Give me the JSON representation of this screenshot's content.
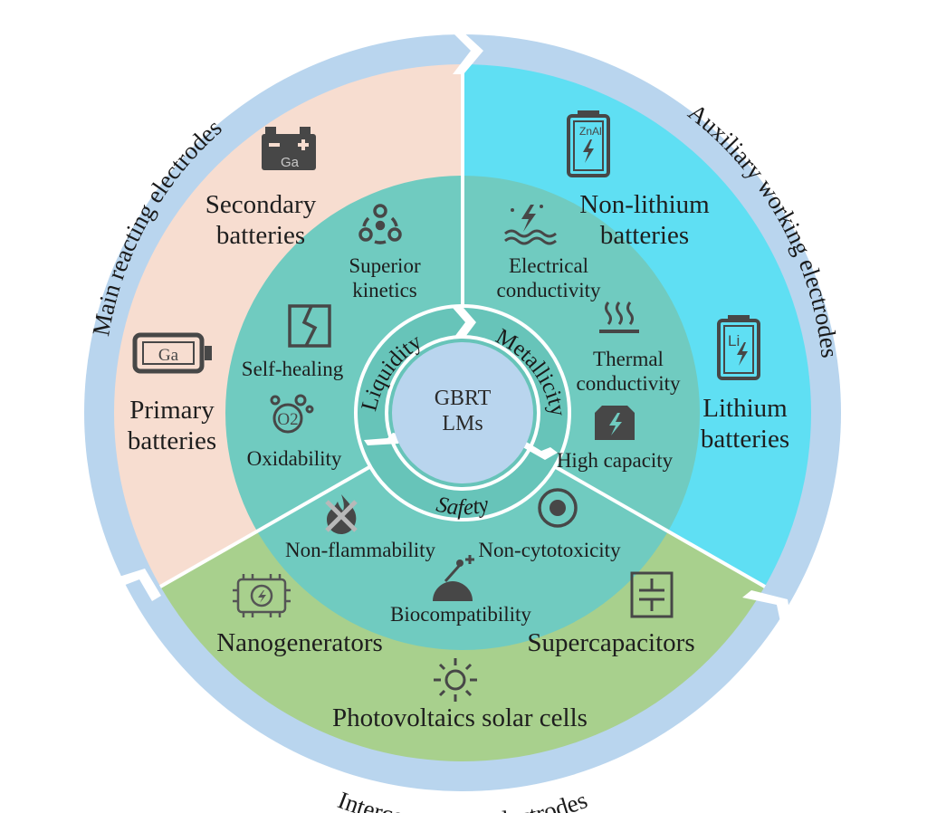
{
  "center": {
    "line1": "GBRT",
    "line2": "LMs"
  },
  "inner_ring": {
    "liquidity": "Liquidity",
    "metallicity": "Metallicity",
    "safety": "Safety"
  },
  "outer_ring": {
    "main": "Main reacting electrodes",
    "auxiliary": "Auxiliary working electrodes",
    "interconnecting": "Interconnecting electrodes"
  },
  "properties": {
    "superior_kinetics": [
      "Superior",
      "kinetics"
    ],
    "self_healing": "Self-healing",
    "oxidability": "Oxidability",
    "electrical_conductivity": [
      "Electrical",
      "conductivity"
    ],
    "thermal_conductivity": [
      "Thermal",
      "conductivity"
    ],
    "high_capacity": "High capacity",
    "non_flammability": "Non-flammability",
    "non_cytotoxicity": "Non-cytotoxicity",
    "biocompatibility": "Biocompatibility"
  },
  "applications": {
    "secondary_batteries": [
      "Secondary",
      "batteries"
    ],
    "primary_batteries": [
      "Primary",
      "batteries"
    ],
    "non_lithium_batteries": [
      "Non-lithium",
      "batteries"
    ],
    "lithium_batteries": [
      "Lithium",
      "batteries"
    ],
    "nanogenerators": "Nanogenerators",
    "supercapacitors": "Supercapacitors",
    "photovoltaics": "Photovoltaics solar cells"
  },
  "icon_text": {
    "battery_ga": "Ga",
    "secondary_ga": "Ga",
    "zn": "Zn",
    "al": "Al",
    "li": "Li",
    "o2": "O2"
  },
  "colors": {
    "outer_ring": "#b9d5ee",
    "sector_main": "#f7ddd0",
    "sector_auxiliary": "#5fdff3",
    "sector_interconnecting": "#a8d08d",
    "middle_disc": "#70cbc0",
    "inner_ring": "#67c4b9",
    "center": "#b9d5ee",
    "icon": "#474747"
  },
  "icons": [
    "car-battery-icon",
    "ga-battery-icon",
    "atom-cycle-icon",
    "broken-tile-icon",
    "oxygen-bubble-icon",
    "lightning-water-icon",
    "heat-waves-icon",
    "charge-box-icon",
    "zn-al-battery-icon",
    "li-battery-icon",
    "no-fire-icon",
    "cell-icon",
    "biocompat-icon",
    "generator-chip-icon",
    "capacitor-icon",
    "sun-icon"
  ]
}
